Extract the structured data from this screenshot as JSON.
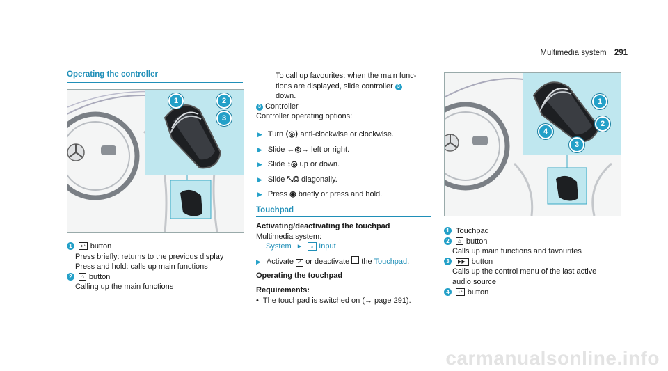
{
  "header": {
    "section": "Multimedia system",
    "page": "291"
  },
  "col1": {
    "title": "Operating the controller",
    "figure": {
      "callouts": [
        "1",
        "2",
        "3"
      ]
    },
    "items": [
      {
        "n": "1",
        "icon": "back-icon",
        "glyph": "↩",
        "label": "button",
        "lines": [
          "Press briefly: returns to the previous display",
          "Press and hold: calls up main functions"
        ]
      },
      {
        "n": "2",
        "icon": "home-icon",
        "glyph": "⌂",
        "label": "button",
        "lines": [
          "Calling up the main functions"
        ]
      }
    ]
  },
  "col2": {
    "intro_lines": [
      "To call up favourites: when the main func-",
      "tions are displayed, slide controller",
      "down."
    ],
    "intro_ref": "3",
    "item3": {
      "n": "3",
      "text": "Controller"
    },
    "options_title": "Controller operating options:",
    "options": [
      {
        "glyph": "⟨◎⟩",
        "text": "Turn",
        "rest": "anti-clockwise or clockwise."
      },
      {
        "glyph": "←◎→",
        "text": "Slide",
        "rest": "left or right."
      },
      {
        "glyph": "↕◎",
        "text": "Slide",
        "rest": "up or down."
      },
      {
        "glyph": "⤡◎",
        "text": "Slide",
        "rest": "diagonally."
      },
      {
        "glyph": "◉",
        "text": "Press",
        "rest": "briefly or press and hold."
      }
    ],
    "touchpad_title": "Touchpad",
    "activate_title": "Activating/deactivating the touchpad",
    "ms_label": "Multimedia system:",
    "path": {
      "a": "System",
      "glyph": "♁",
      "b": "Input"
    },
    "activate_line": {
      "a": "Activate",
      "b": "or deactivate",
      "c": "the",
      "link": "Touchpad",
      "end": "."
    },
    "operating_title": "Operating the touchpad",
    "req_title": "Requirements:",
    "req_line": "The touchpad is switched on (→ page 291)."
  },
  "col3": {
    "figure": {
      "callouts": [
        "1",
        "2",
        "3",
        "4"
      ]
    },
    "items": [
      {
        "n": "1",
        "lines": [
          "Touchpad"
        ]
      },
      {
        "n": "2",
        "icon": "home-icon",
        "glyph": "⌂",
        "label": "button",
        "lines": [
          "Calls up main functions and favourites"
        ]
      },
      {
        "n": "3",
        "icon": "skip-icon",
        "glyph": "▶▶|",
        "label": "button",
        "lines": [
          "Calls up the control menu of the last active",
          "audio source"
        ]
      },
      {
        "n": "4",
        "icon": "back-icon",
        "glyph": "↩",
        "label": "button",
        "lines": []
      }
    ]
  },
  "watermark": "carmanualsonline.info"
}
